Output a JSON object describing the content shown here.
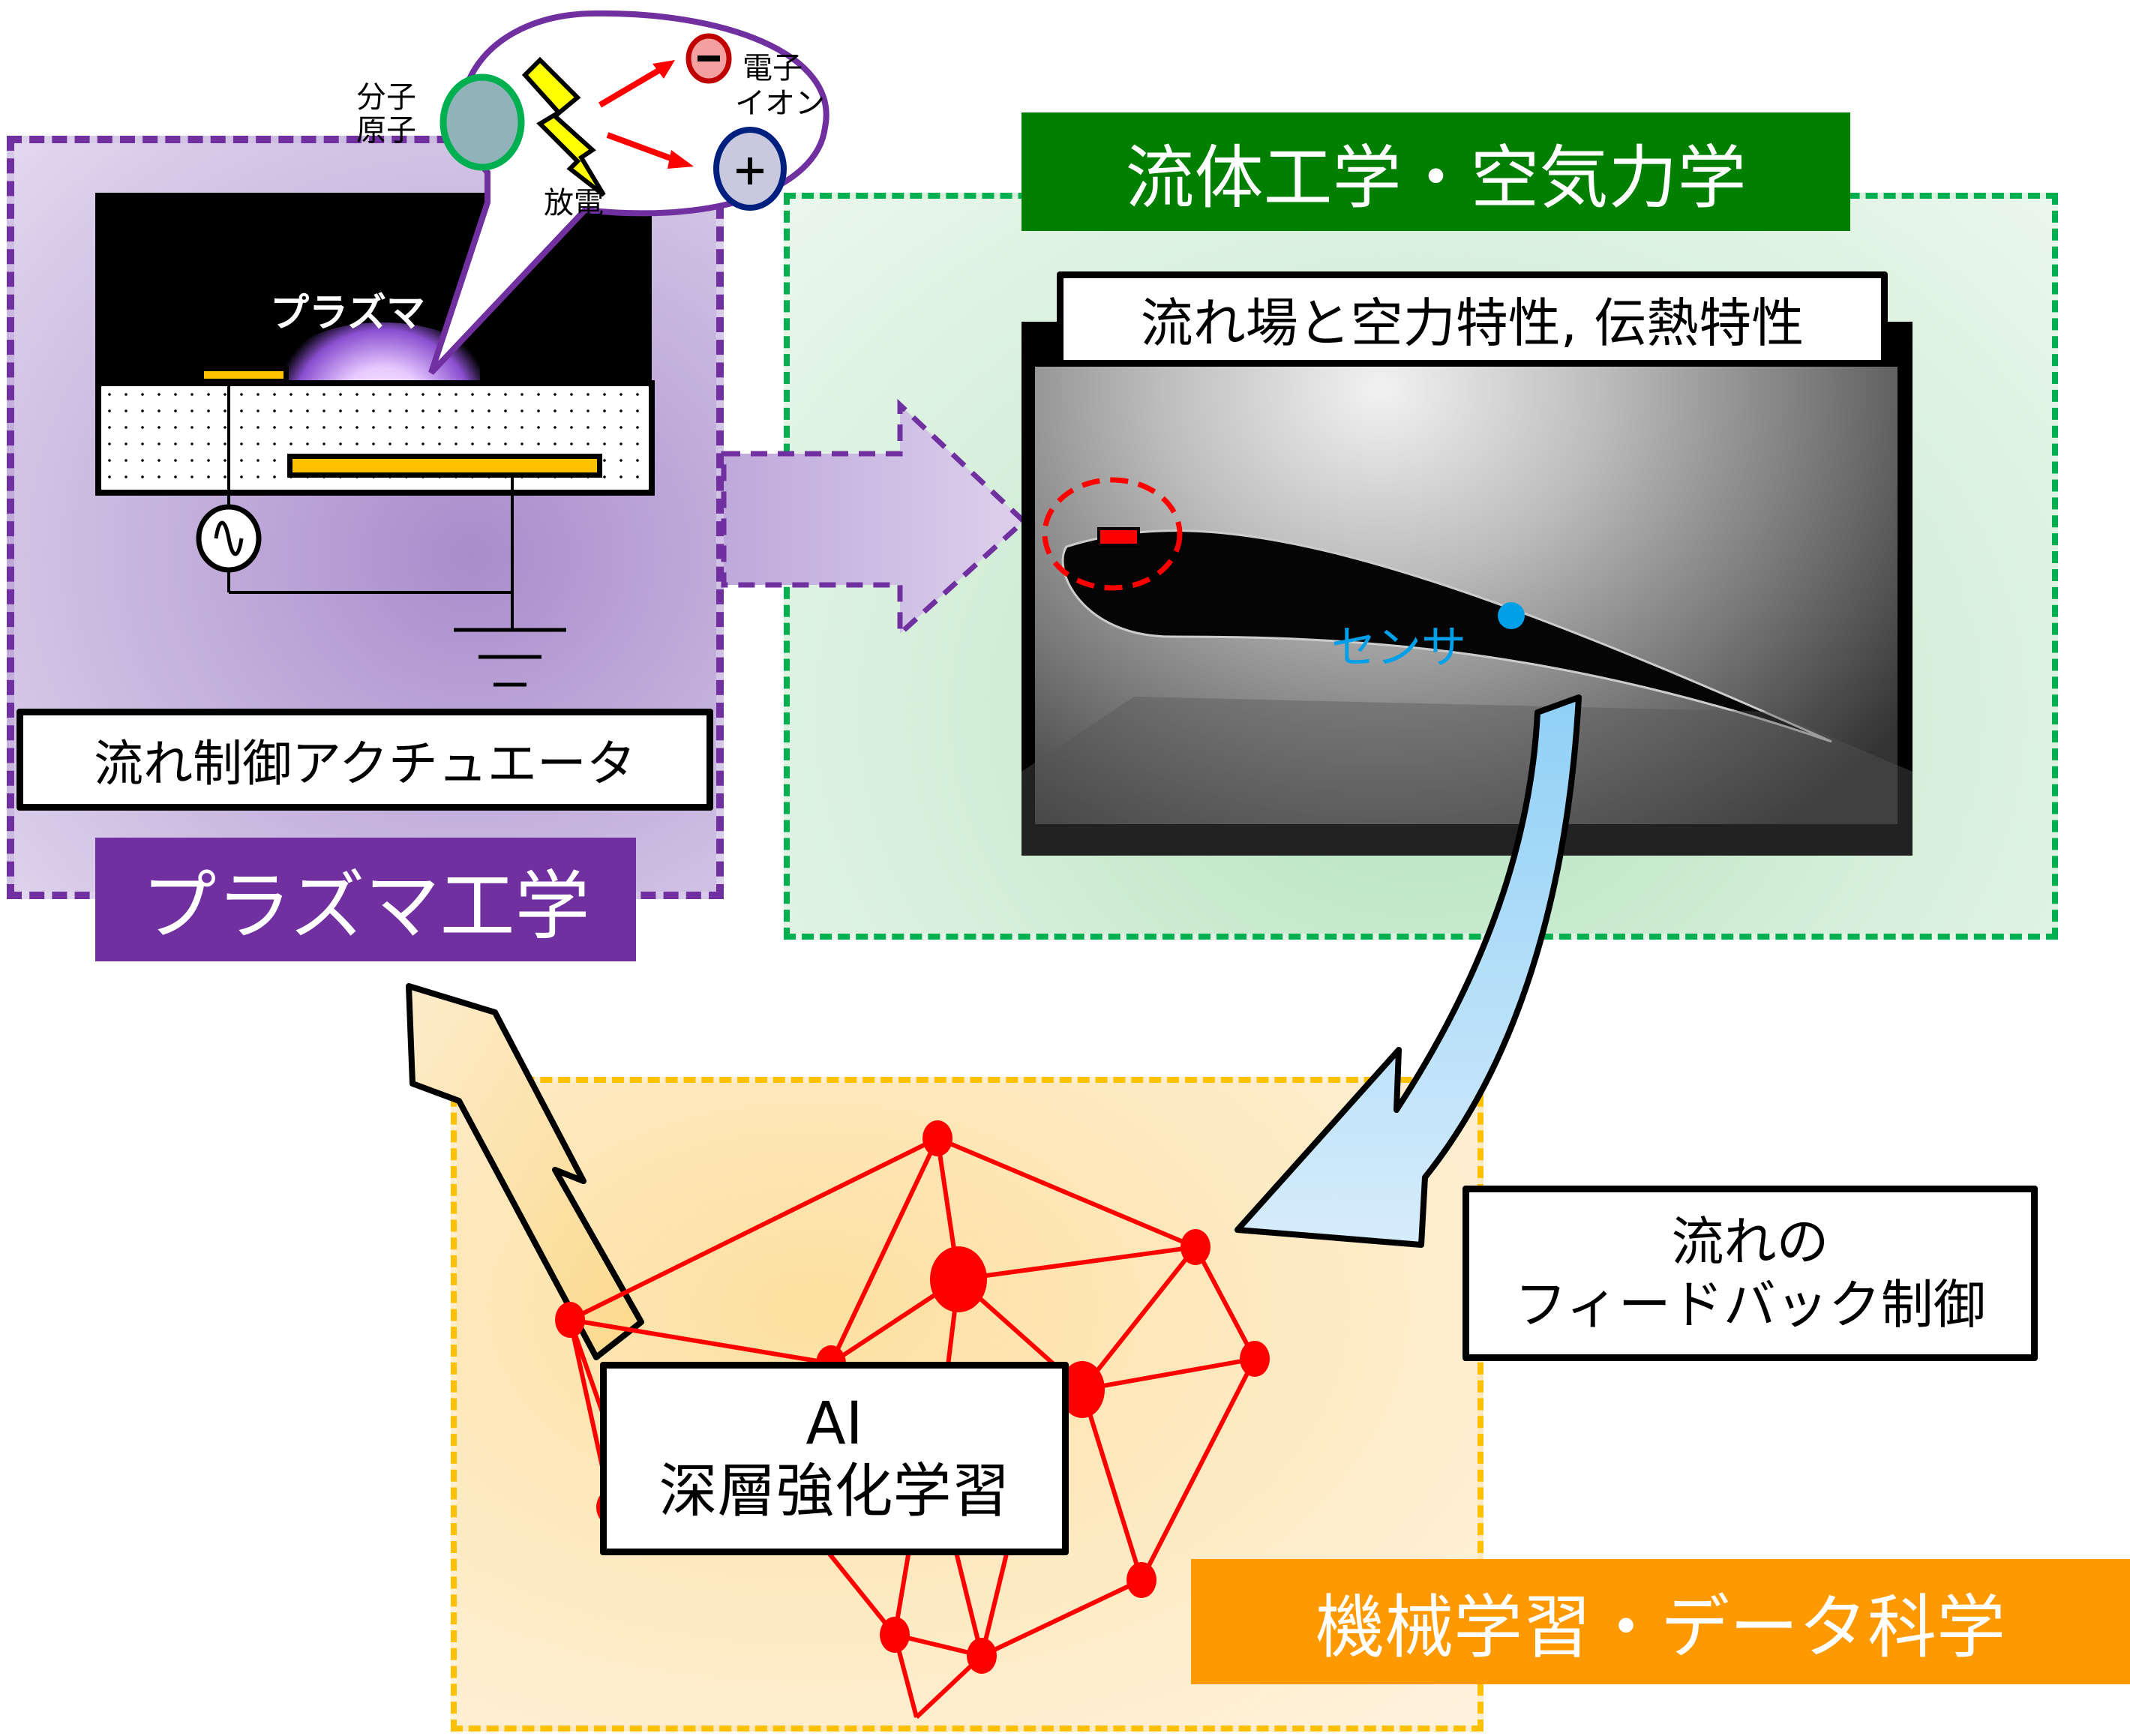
{
  "plasma_section": {
    "title": "プラズマ工学",
    "actuator_label": "流れ制御アクチュエータ",
    "plasma_label": "プラズマ",
    "bubble": {
      "molecule_label_line1": "分子",
      "molecule_label_line2": "原子",
      "discharge_label": "放電",
      "electron_label": "電子",
      "ion_label": "イオン",
      "electron_sign": "−",
      "ion_sign": "+"
    },
    "color": "#7030A0"
  },
  "fluid_section": {
    "title": "流体工学・空気力学",
    "photo_label": "流れ場と空力特性, 伝熱特性",
    "sensor_label": "センサ",
    "actuator_marker": "−",
    "color": "#007F00"
  },
  "ml_section": {
    "title": "機械学習・データ科学",
    "ai_label_line1": "AI",
    "ai_label_line2": "深層強化学習",
    "color": "#FF9900"
  },
  "feedback": {
    "label_line1": "流れの",
    "label_line2": "フィードバック制御"
  }
}
